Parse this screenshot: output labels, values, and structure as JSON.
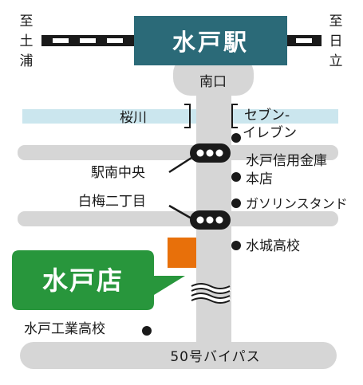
{
  "station": {
    "name": "水戸駅",
    "exit": "南口",
    "left_direction": [
      "至",
      "土",
      "浦"
    ],
    "right_direction": [
      "至",
      "日",
      "立"
    ]
  },
  "river": {
    "name": "桜川"
  },
  "intersections": {
    "upper": "駅南中央",
    "lower": "白梅二丁目"
  },
  "landmarks": [
    {
      "name_lines": [
        "セブン-",
        "イレブン"
      ]
    },
    {
      "name_lines": [
        "水戸信用金庫",
        "本店"
      ]
    },
    {
      "name_lines": [
        "ガソリンスタンド"
      ]
    },
    {
      "name_lines": [
        "水城高校"
      ]
    },
    {
      "name_lines": [
        "水戸工業高校"
      ]
    }
  ],
  "store": {
    "label": "水戸店"
  },
  "highway": {
    "name": "50号バイパス"
  },
  "colors": {
    "station_box": "#2b6a78",
    "road": "#d6d6d6",
    "river": "#cbe6ee",
    "store_callout": "#28963c",
    "store_marker": "#e8700a",
    "text": "#1a1a1a"
  }
}
